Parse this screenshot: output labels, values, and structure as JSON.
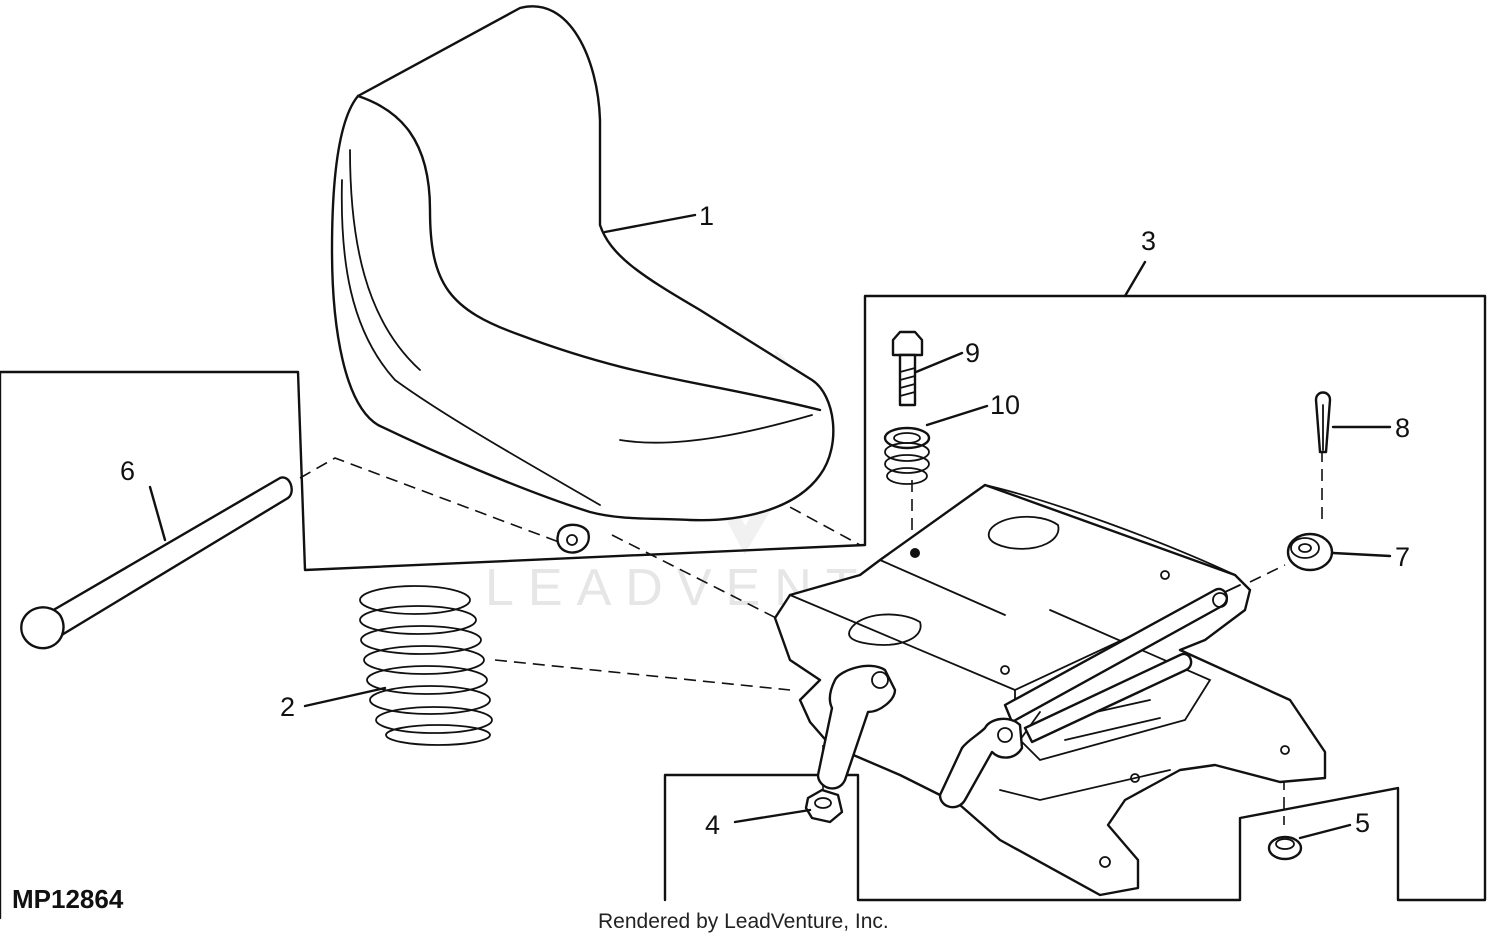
{
  "figure_id": "MP12864",
  "footer": "Rendered by LeadVenture, Inc.",
  "watermark": "LEADVENTURE",
  "callouts": [
    {
      "label": "1"
    },
    {
      "label": "2"
    },
    {
      "label": "3"
    },
    {
      "label": "4"
    },
    {
      "label": "5"
    },
    {
      "label": "6"
    },
    {
      "label": "7"
    },
    {
      "label": "8"
    },
    {
      "label": "9"
    },
    {
      "label": "10"
    }
  ]
}
